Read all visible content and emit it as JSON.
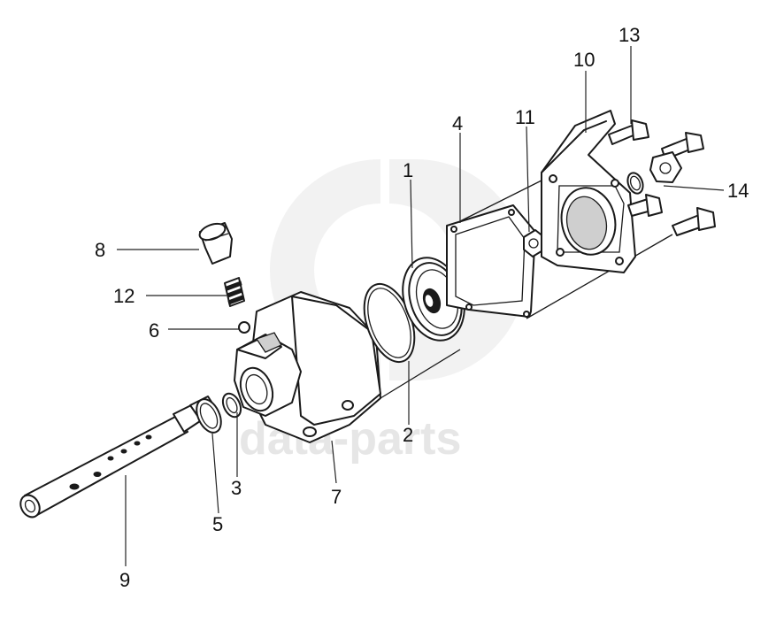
{
  "watermark": {
    "text": "data-parts",
    "logo": "dp-logo"
  },
  "callouts": [
    {
      "id": "1",
      "label": "1"
    },
    {
      "id": "2",
      "label": "2"
    },
    {
      "id": "3",
      "label": "3"
    },
    {
      "id": "4",
      "label": "4"
    },
    {
      "id": "5",
      "label": "5"
    },
    {
      "id": "6",
      "label": "6"
    },
    {
      "id": "7",
      "label": "7"
    },
    {
      "id": "8",
      "label": "8"
    },
    {
      "id": "9",
      "label": "9"
    },
    {
      "id": "10",
      "label": "10"
    },
    {
      "id": "11",
      "label": "11"
    },
    {
      "id": "12",
      "label": "12"
    },
    {
      "id": "13",
      "label": "13"
    },
    {
      "id": "14",
      "label": "14"
    }
  ]
}
